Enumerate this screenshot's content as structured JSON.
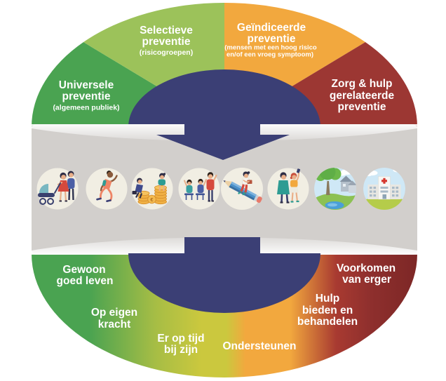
{
  "colors": {
    "green": "#4aa351",
    "light_green": "#9cc25a",
    "orange": "#f2a83e",
    "dark_red": "#9c3733",
    "navy": "#3b3f75",
    "band_gray": "#d2cfcc",
    "icon_bg_cream": "#f1eee3",
    "icon_bg_sky": "#cfe8f6",
    "text_white": "#ffffff",
    "bottom_gradient": [
      "#4aa351",
      "#a6bd45",
      "#cbc83e",
      "#f2a83e",
      "#a83a31",
      "#8e2f2d",
      "#7d2726"
    ]
  },
  "segments_top": [
    {
      "line1": "Universele",
      "line2": "preventie",
      "sub1": "(algemeen publiek)"
    },
    {
      "line1": "Selectieve",
      "line2": "preventie",
      "sub1": "(risicogroepen)"
    },
    {
      "line1": "Geïndiceerde",
      "line2": "preventie",
      "sub1": "(mensen met een hoog risico",
      "sub2": "en/of een vroeg symptoom)"
    },
    {
      "line1": "Zorg & hulp",
      "line2": "gerelateerde",
      "line3": "preventie"
    }
  ],
  "labels_bottom": [
    {
      "line1": "Gewoon",
      "line2": "goed leven"
    },
    {
      "line1": "Op eigen",
      "line2": "kracht"
    },
    {
      "line1": "Er op tijd",
      "line2": "bij zijn"
    },
    {
      "line1": "Ondersteunen"
    },
    {
      "line1": "Hulp",
      "line2": "bieden en",
      "line3": "behandelen"
    },
    {
      "line1": "Voorkomen",
      "line2": "van erger"
    }
  ],
  "icons": [
    {
      "name": "family-stroller-icon"
    },
    {
      "name": "runner-icon"
    },
    {
      "name": "money-coins-icon"
    },
    {
      "name": "classroom-icon"
    },
    {
      "name": "child-on-pencil-icon"
    },
    {
      "name": "two-friends-icon"
    },
    {
      "name": "village-nature-icon"
    },
    {
      "name": "hospital-icon"
    }
  ],
  "money_icon_currency": "€"
}
